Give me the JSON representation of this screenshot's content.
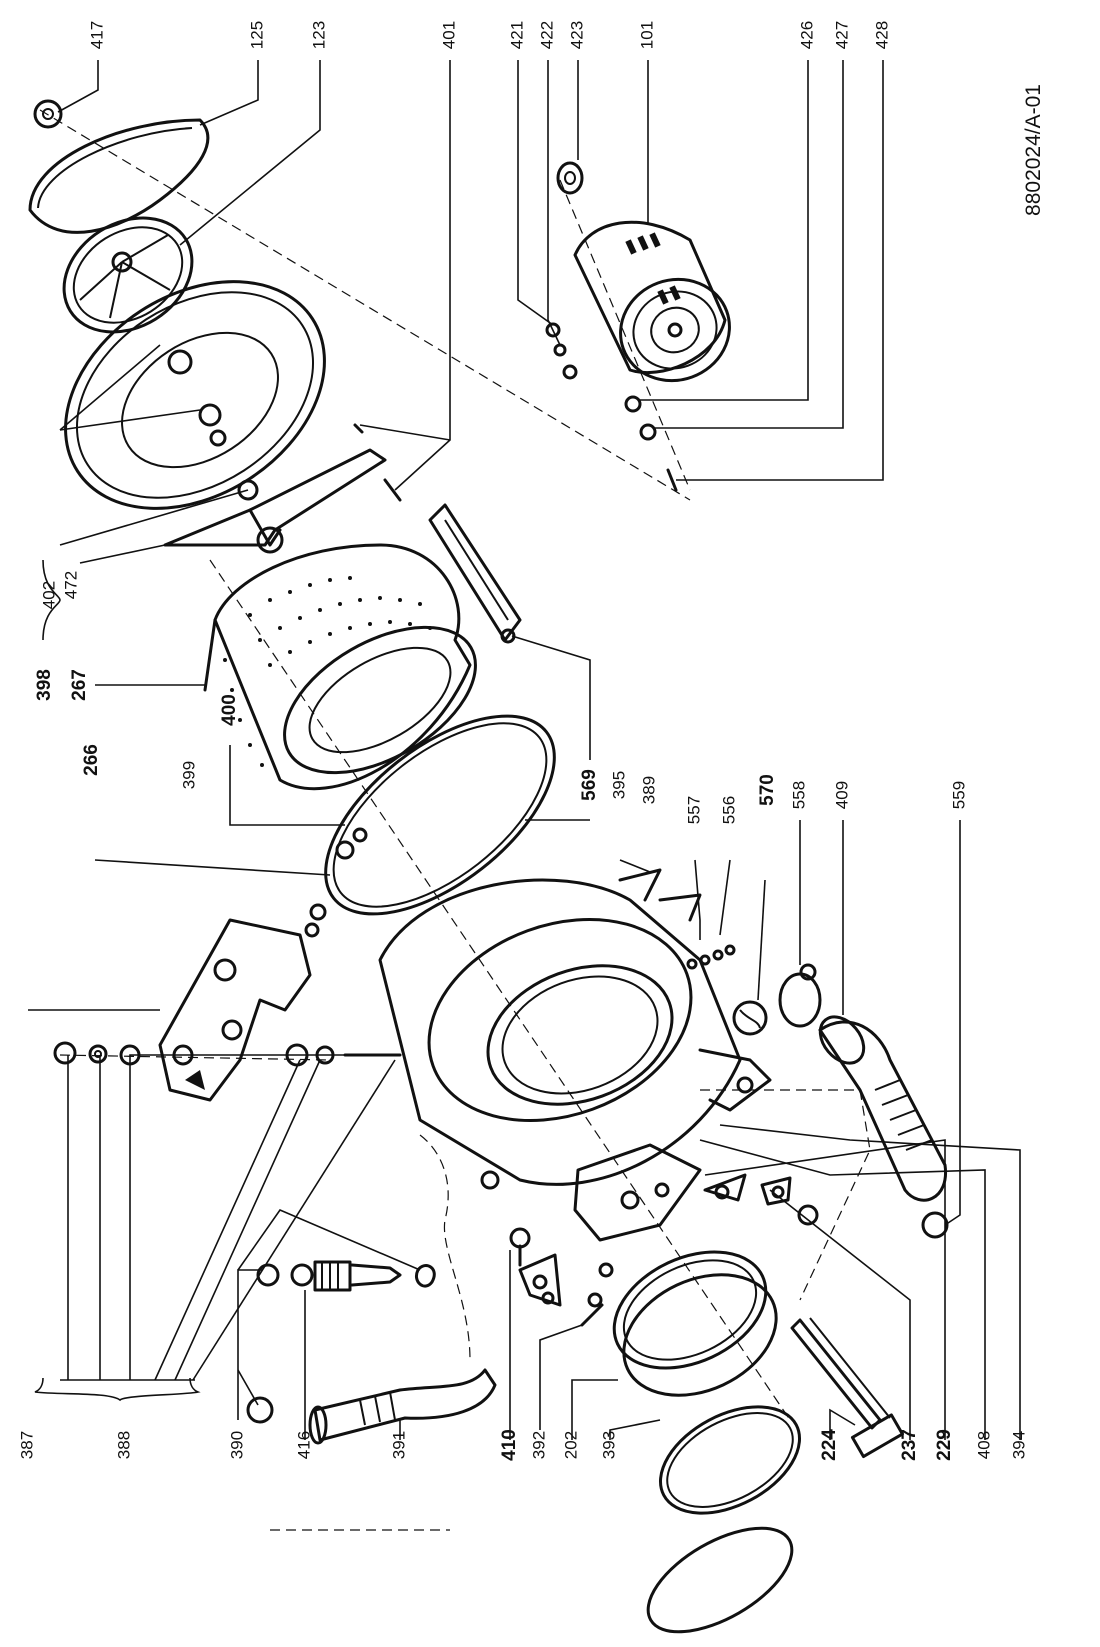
{
  "document_code": "8802024/A-01",
  "callouts": [
    {
      "id": "417",
      "bold": false
    },
    {
      "id": "125",
      "bold": false
    },
    {
      "id": "123",
      "bold": false
    },
    {
      "id": "401",
      "bold": false
    },
    {
      "id": "421",
      "bold": false
    },
    {
      "id": "422",
      "bold": false
    },
    {
      "id": "423",
      "bold": false
    },
    {
      "id": "101",
      "bold": false
    },
    {
      "id": "426",
      "bold": false
    },
    {
      "id": "427",
      "bold": false
    },
    {
      "id": "428",
      "bold": false
    },
    {
      "id": "402",
      "bold": false
    },
    {
      "id": "472",
      "bold": false
    },
    {
      "id": "398",
      "bold": true
    },
    {
      "id": "267",
      "bold": true
    },
    {
      "id": "266",
      "bold": true
    },
    {
      "id": "399",
      "bold": false
    },
    {
      "id": "400",
      "bold": true
    },
    {
      "id": "569",
      "bold": true
    },
    {
      "id": "395",
      "bold": false
    },
    {
      "id": "389",
      "bold": false
    },
    {
      "id": "557",
      "bold": false
    },
    {
      "id": "556",
      "bold": false
    },
    {
      "id": "570",
      "bold": true
    },
    {
      "id": "558",
      "bold": false
    },
    {
      "id": "409",
      "bold": false
    },
    {
      "id": "559",
      "bold": false
    },
    {
      "id": "387",
      "bold": false
    },
    {
      "id": "388",
      "bold": false
    },
    {
      "id": "390",
      "bold": false
    },
    {
      "id": "416",
      "bold": false
    },
    {
      "id": "391",
      "bold": false
    },
    {
      "id": "410",
      "bold": true
    },
    {
      "id": "392",
      "bold": false
    },
    {
      "id": "202",
      "bold": false
    },
    {
      "id": "393",
      "bold": false
    },
    {
      "id": "224",
      "bold": true
    },
    {
      "id": "237",
      "bold": true
    },
    {
      "id": "229",
      "bold": true
    },
    {
      "id": "408",
      "bold": false
    },
    {
      "id": "394",
      "bold": false
    }
  ]
}
